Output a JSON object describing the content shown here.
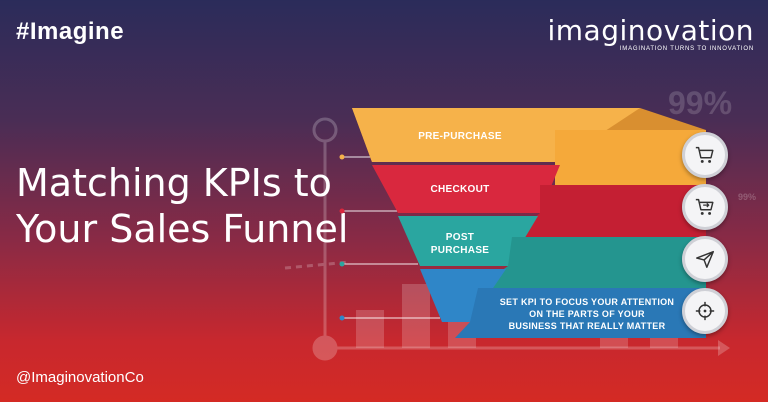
{
  "brand": {
    "hashtag": "#Imagine",
    "logo_word": "imaginovation",
    "logo_tagline": "IMAGINATION TURNS TO INNOVATION",
    "handle": "@ImaginovationCo"
  },
  "headline": {
    "line1": "Matching KPIs to",
    "line2": "Your Sales Funnel"
  },
  "background": {
    "big_percent": "99%",
    "small_percent": "99%"
  },
  "funnel": {
    "stages": [
      {
        "label": "PRE-PURCHASE",
        "color": "#f6b24a",
        "icon": "shopping-cart-icon"
      },
      {
        "label": "CHECKOUT",
        "color": "#d9283e",
        "icon": "cart-checkout-icon"
      },
      {
        "label_line1": "POST",
        "label_line2": "PURCHASE",
        "color": "#2aa6a0",
        "icon": "paper-plane-icon"
      },
      {
        "label_line1": "SET KPI TO FOCUS YOUR ATTENTION",
        "label_line2": "ON THE PARTS OF YOUR",
        "label_line3": "BUSINESS THAT REALLY MATTER",
        "color": "#2f86c8",
        "icon": "target-icon"
      }
    ]
  }
}
